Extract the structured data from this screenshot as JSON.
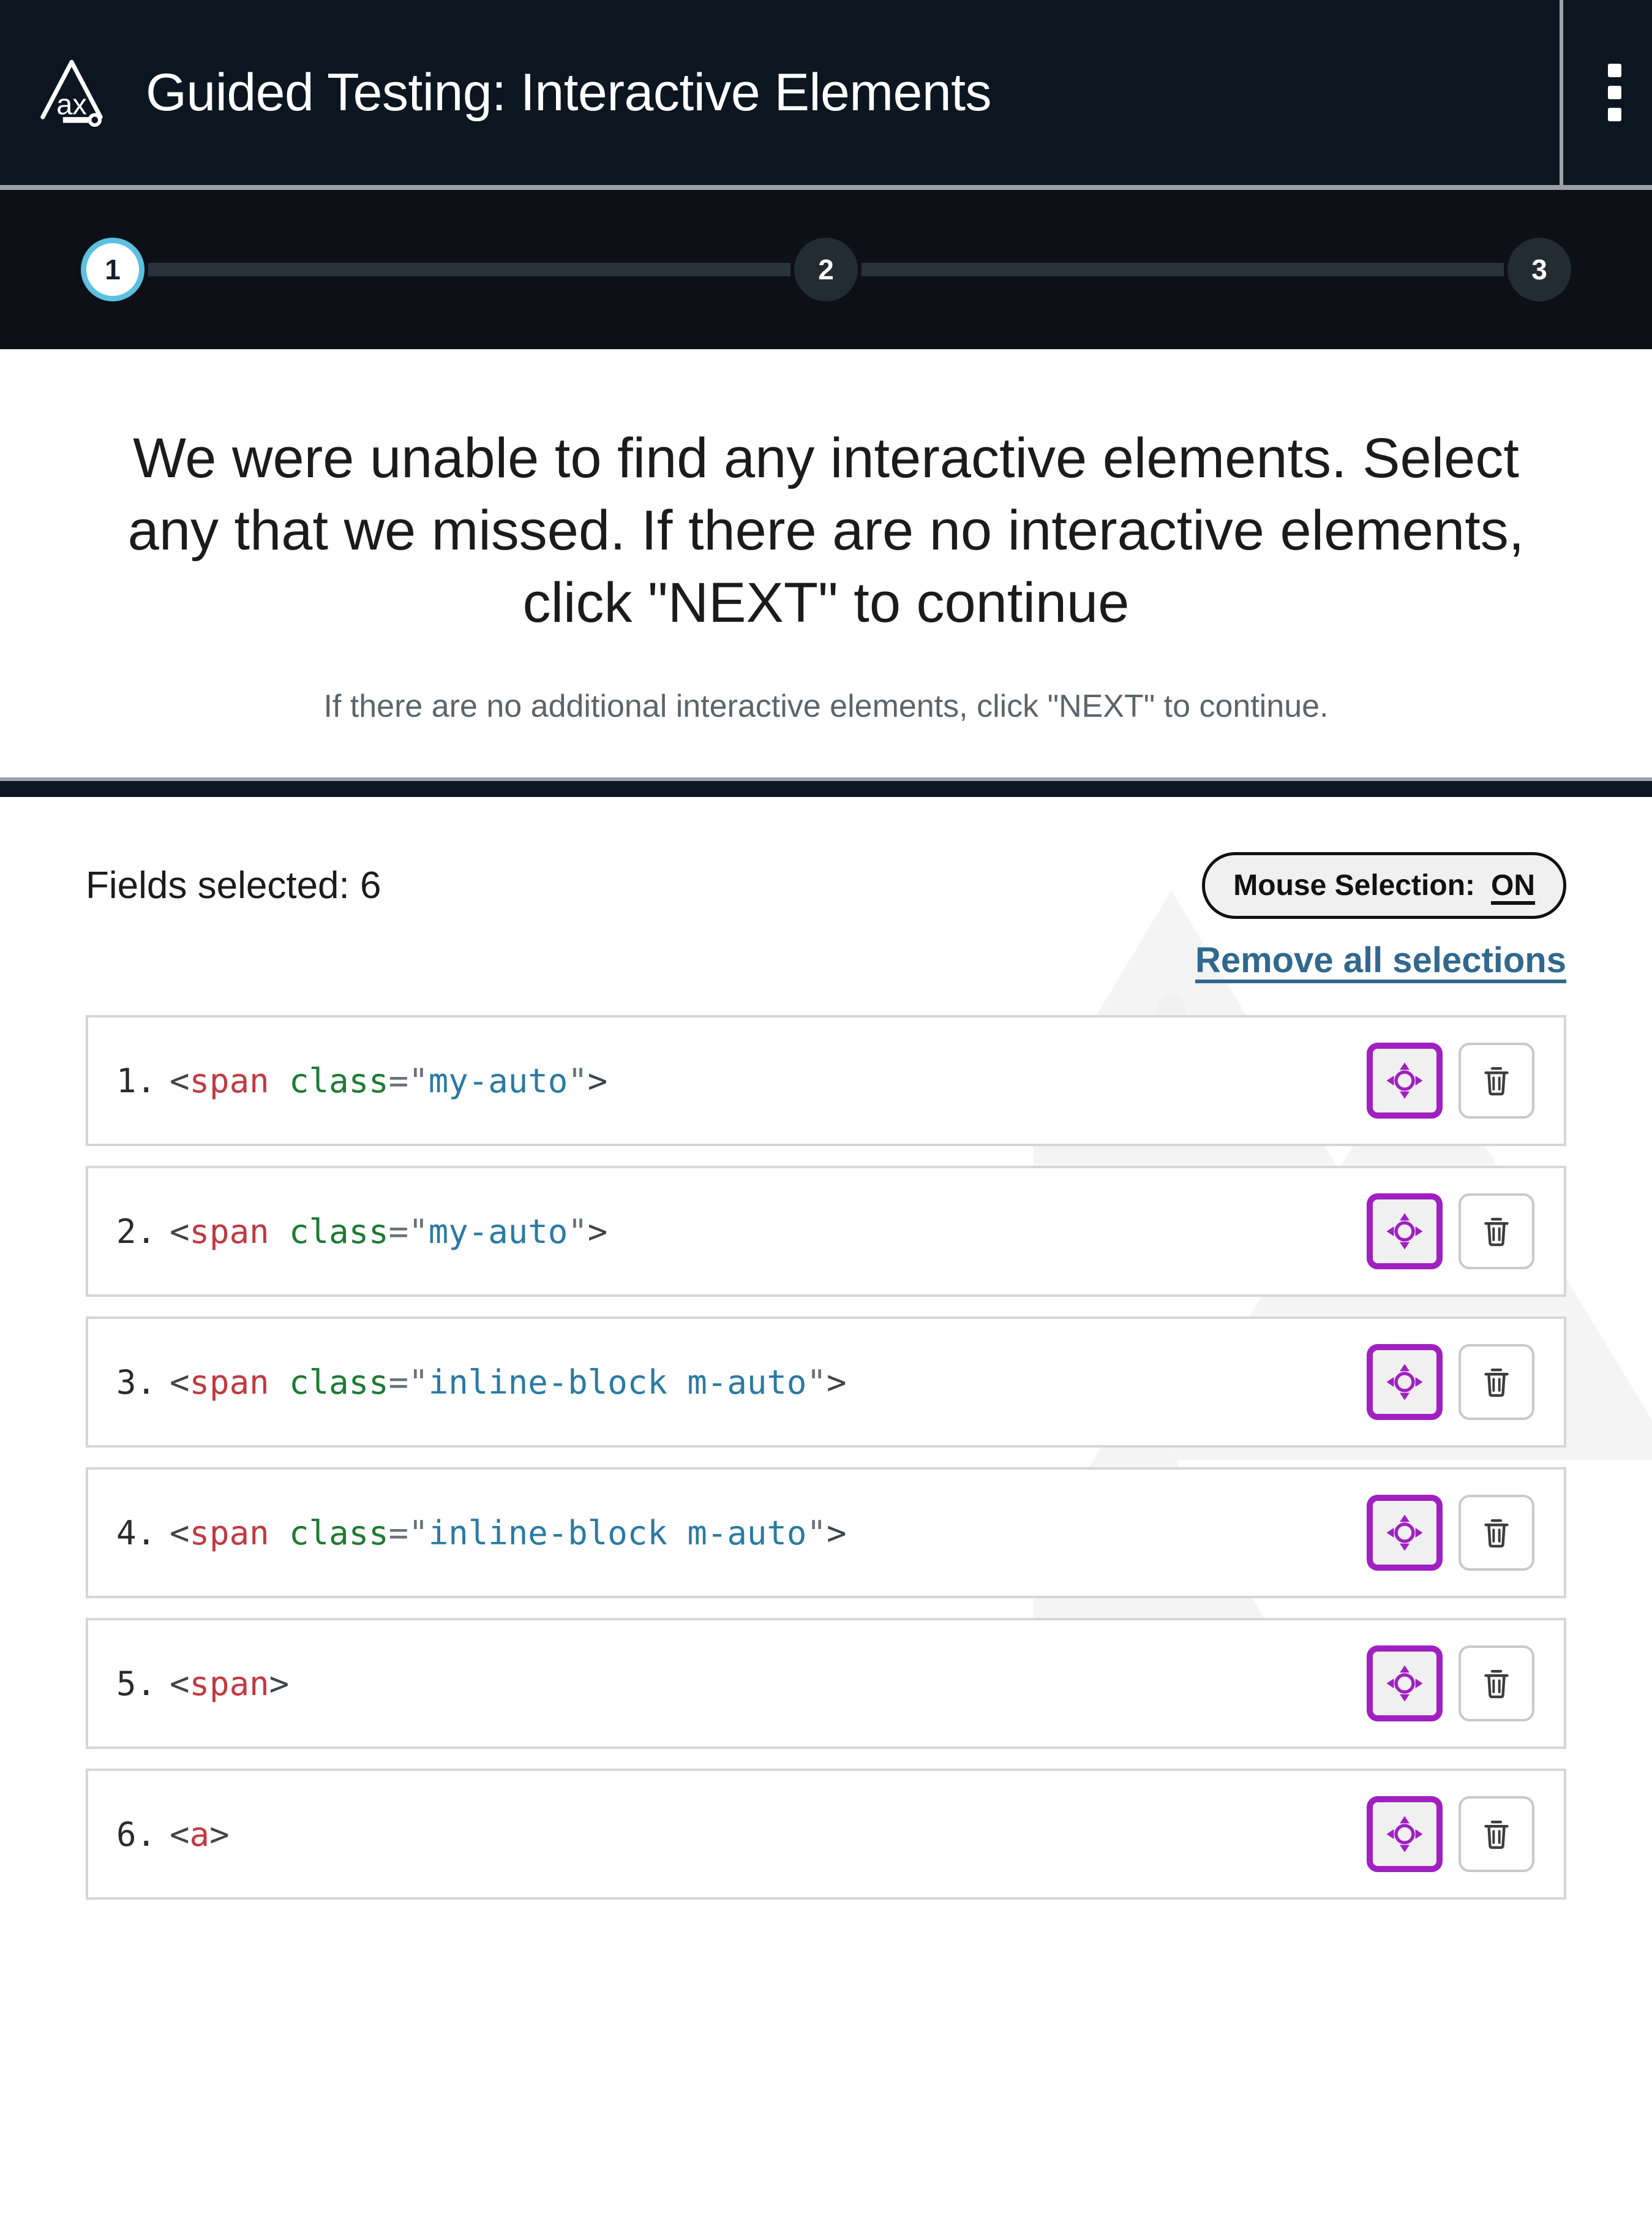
{
  "header": {
    "logo_icon": "axe-triangle-logo",
    "logo_text": "ax",
    "title": "Guided Testing: Interactive Elements",
    "menu_icon": "kebab-menu-icon"
  },
  "stepper": {
    "steps": [
      {
        "label": "1",
        "state": "current"
      },
      {
        "label": "2",
        "state": "upcoming"
      },
      {
        "label": "3",
        "state": "upcoming"
      }
    ]
  },
  "instruction": {
    "heading": "We were unable to find any interactive elements. Select any that we missed. If there are no interactive elements, click \"NEXT\" to continue",
    "subtext": "If there are no additional interactive elements, click \"NEXT\" to continue."
  },
  "selection": {
    "fields_selected_label": "Fields selected: 6",
    "mouse_selection_label": "Mouse Selection:",
    "mouse_selection_state": "ON",
    "remove_all_label": "Remove all selections",
    "locate_icon": "crosshair-target-icon",
    "delete_icon": "trash-icon",
    "items": [
      {
        "index": "1.",
        "tokens": [
          {
            "t": "punct",
            "v": "<"
          },
          {
            "t": "tag",
            "v": "span"
          },
          {
            "t": "attr",
            "v": " class"
          },
          {
            "t": "eq",
            "v": "=\""
          },
          {
            "t": "str",
            "v": "my-auto"
          },
          {
            "t": "eq",
            "v": "\""
          },
          {
            "t": "punct",
            "v": ">"
          }
        ]
      },
      {
        "index": "2.",
        "tokens": [
          {
            "t": "punct",
            "v": "<"
          },
          {
            "t": "tag",
            "v": "span"
          },
          {
            "t": "attr",
            "v": " class"
          },
          {
            "t": "eq",
            "v": "=\""
          },
          {
            "t": "str",
            "v": "my-auto"
          },
          {
            "t": "eq",
            "v": "\""
          },
          {
            "t": "punct",
            "v": ">"
          }
        ]
      },
      {
        "index": "3.",
        "tokens": [
          {
            "t": "punct",
            "v": "<"
          },
          {
            "t": "tag",
            "v": "span"
          },
          {
            "t": "attr",
            "v": " class"
          },
          {
            "t": "eq",
            "v": "=\""
          },
          {
            "t": "str",
            "v": "inline-block m-auto"
          },
          {
            "t": "eq",
            "v": "\""
          },
          {
            "t": "punct",
            "v": ">"
          }
        ]
      },
      {
        "index": "4.",
        "tokens": [
          {
            "t": "punct",
            "v": "<"
          },
          {
            "t": "tag",
            "v": "span"
          },
          {
            "t": "attr",
            "v": " class"
          },
          {
            "t": "eq",
            "v": "=\""
          },
          {
            "t": "str",
            "v": "inline-block m-auto"
          },
          {
            "t": "eq",
            "v": "\""
          },
          {
            "t": "punct",
            "v": ">"
          }
        ]
      },
      {
        "index": "5.",
        "tokens": [
          {
            "t": "punct",
            "v": "<"
          },
          {
            "t": "tag",
            "v": "span"
          },
          {
            "t": "punct",
            "v": ">"
          }
        ]
      },
      {
        "index": "6.",
        "tokens": [
          {
            "t": "punct",
            "v": "<"
          },
          {
            "t": "tag",
            "v": "a"
          },
          {
            "t": "punct",
            "v": ">"
          }
        ]
      }
    ]
  },
  "colors": {
    "header_bg": "#0b1620",
    "stepper_bg": "#0d1117",
    "step_active_ring": "#5cc0e0",
    "link": "#31688e",
    "locate_border": "#a020c0",
    "tag": "#c03a42",
    "attr": "#1f7a34",
    "string": "#2a7aa3"
  }
}
